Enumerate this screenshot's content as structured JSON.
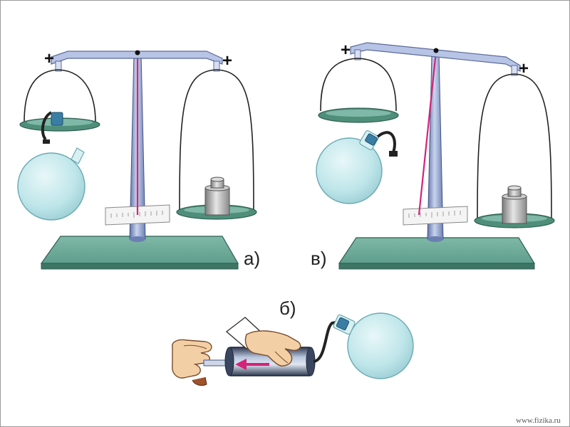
{
  "labels": {
    "a": "а)",
    "v": "в)",
    "b": "б)"
  },
  "plus": "+",
  "watermark": "www.fizika.ru",
  "colors": {
    "base": "#5f9e8c",
    "base_dark": "#3e7565",
    "stand": "#8aa0c8",
    "beam": "#b8c4e6",
    "pan": "#4f8f7a",
    "glass": "#bfe6ea",
    "glass_edge": "#6aa9b3",
    "pointer": "#d4237a",
    "weight": "#a8a8a8",
    "tube": "#5b6b86",
    "arrow": "#d4237a",
    "skin": "#f3cfa6"
  }
}
